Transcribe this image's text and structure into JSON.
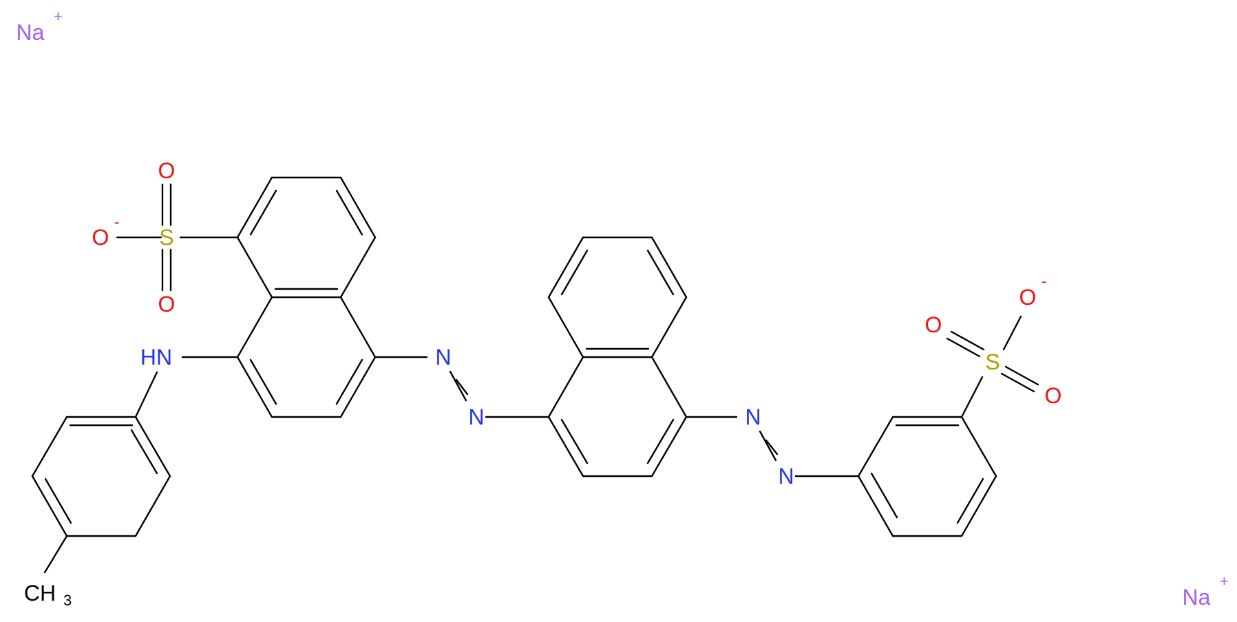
{
  "colors": {
    "bond": "#000000",
    "oxygen": "#ff0d0d",
    "sulfur": "#b3a000",
    "nitrogen": "#2233ff",
    "sodium": "#ab5cf2",
    "carbon": "#000000"
  },
  "labels": {
    "na_top": "Na",
    "na_bottom": "Na",
    "plus": "+",
    "minus": "-",
    "s": "S",
    "o": "O",
    "n": "N",
    "hn": "HN",
    "ch3_c": "CH",
    "ch3_sub": "3"
  }
}
